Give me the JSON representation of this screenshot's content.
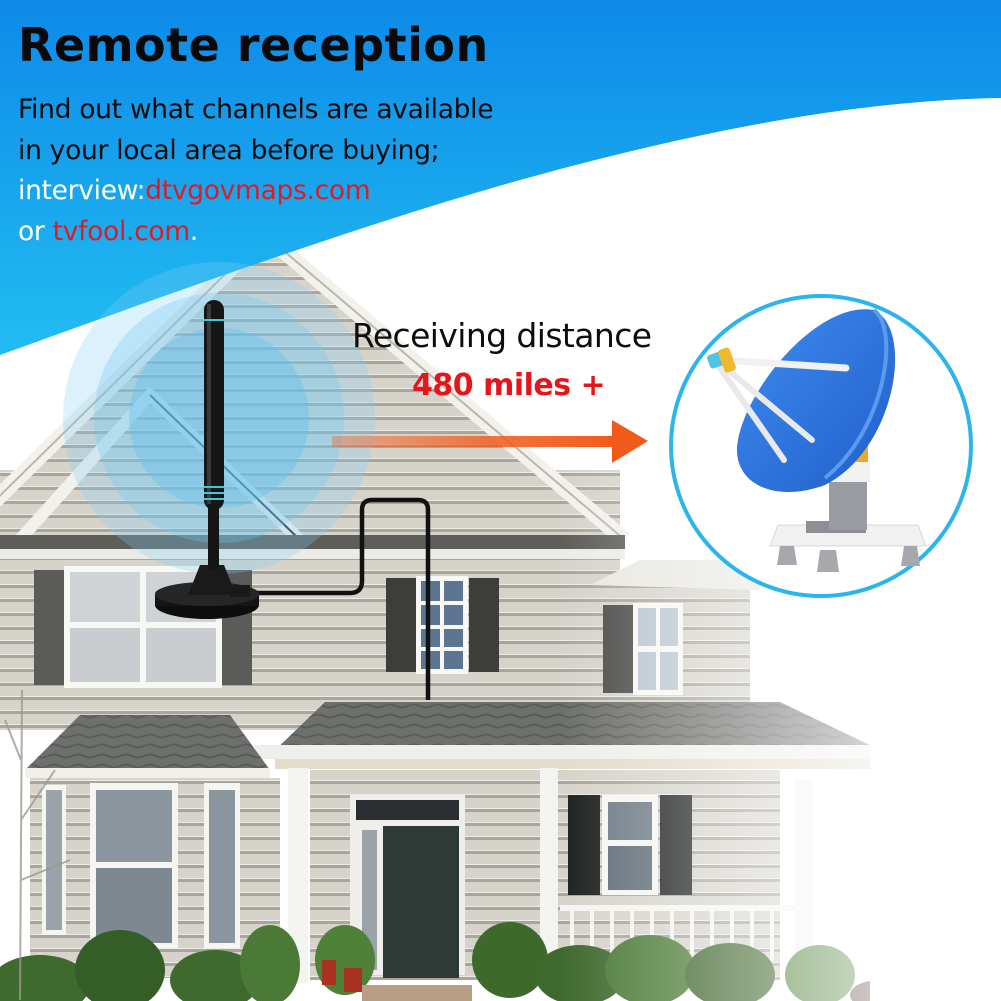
{
  "headline": "Remote reception",
  "description": {
    "line1": "Find out what channels are available",
    "line2": "in your local area before buying;",
    "line3_prefix": "interview:",
    "line3_link": "dtvgovmaps.com",
    "line4_prefix": "or ",
    "line4_link": "tvfool.com",
    "line4_suffix": "."
  },
  "reception": {
    "label": "Receiving distance",
    "value": "480 miles +"
  },
  "illustrations": {
    "antenna": "indoor-tv-antenna-with-magnetic-base",
    "signal": "signal-wave-rings-icon",
    "arrow": "arrow-right-icon",
    "dish": "satellite-dish-icon",
    "background": "two-story-house-photo"
  },
  "colors": {
    "header_blue_top": "#0d8ae8",
    "header_blue_bottom": "#22bdf2",
    "headline_text": "#0a0a0a",
    "link_red": "#e01b24",
    "value_red": "#e8141c",
    "arrow_orange": "#f25a1a",
    "dish_ring": "#2cb5ec",
    "dish_blue": "#2a6fd9",
    "antenna_stripe": "#3ec7d6"
  }
}
